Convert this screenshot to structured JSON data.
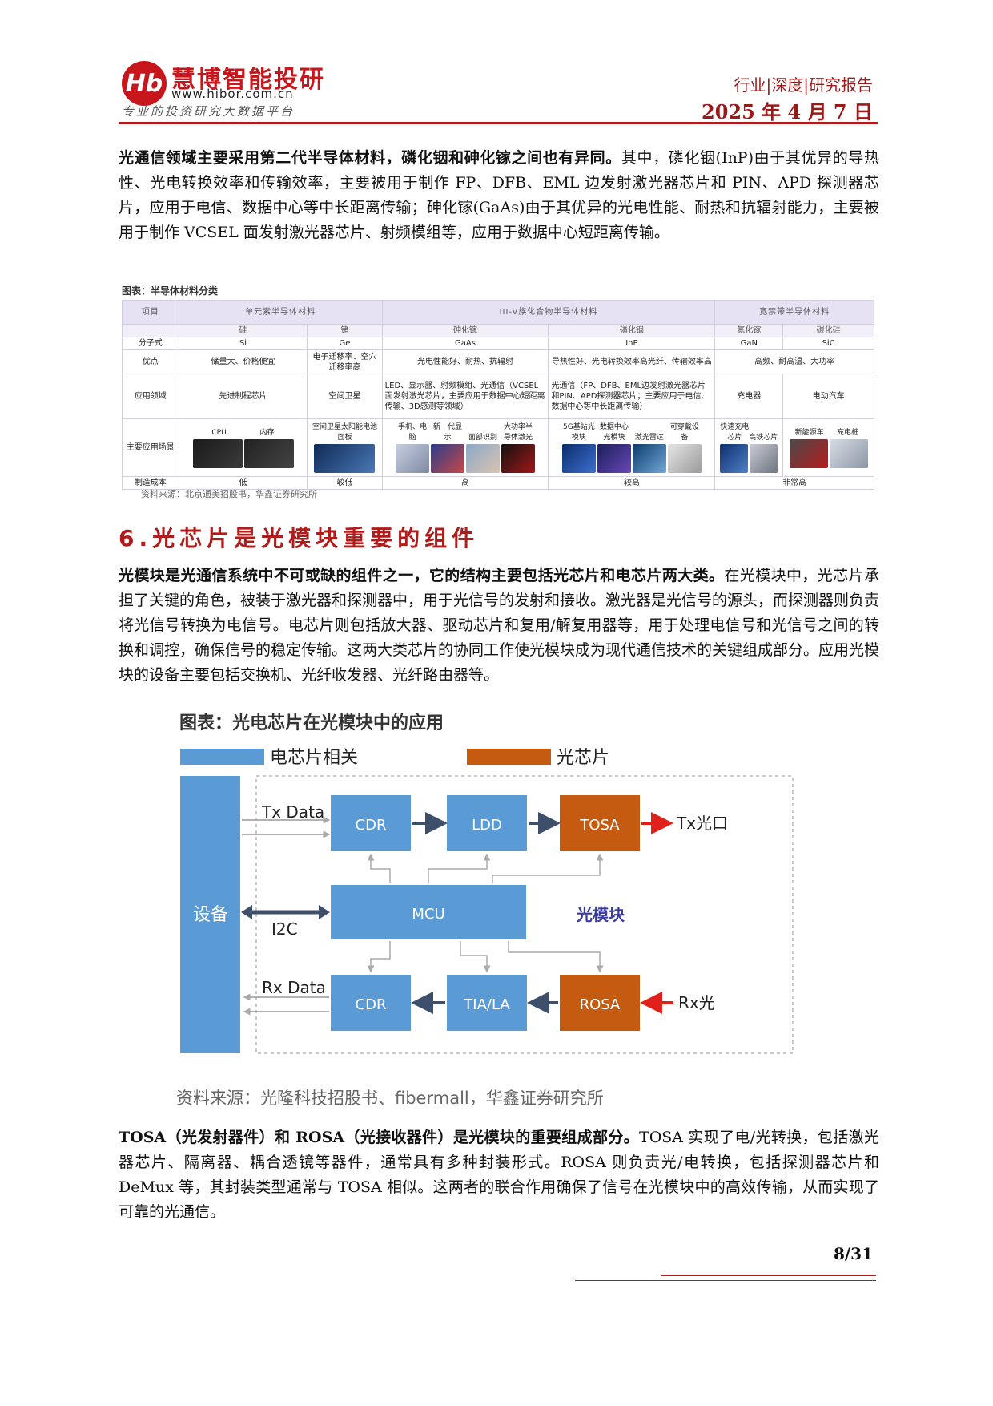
{
  "header": {
    "logo_mark": "Hb",
    "brand": "慧博智能投研",
    "url": "www.hibor.com.cn",
    "slogan": "专业的投资研究大数据平台",
    "report_type": "行业|深度|研究报告",
    "date": "2025 年 4 月 7 日"
  },
  "para1": {
    "bold": "光通信领域主要采用第二代半导体材料，磷化铟和砷化镓之间也有异同。",
    "rest": "其中，磷化铟(InP)由于其优异的导热性、光电转换效率和传输效率，主要被用于制作 FP、DFB、EML 边发射激光器芯片和 PIN、APD 探测器芯片，应用于电信、数据中心等中长距离传输；砷化镓(GaAs)由于其优异的光电性能、耐热和抗辐射能力，主要被用于制作 VCSEL 面发射激光器芯片、射频模组等，应用于数据中心短距离传输。"
  },
  "fig1": {
    "caption": "图表：半导体材料分类",
    "source": "资料来源：北京通美招股书，华鑫证券研究所",
    "header": {
      "item": "项目",
      "single": "单元素半导体材料",
      "iii_v": "III-V族化合物半导体材料",
      "wide": "宽禁带半导体材料"
    },
    "sub": [
      "硅",
      "锗",
      "砷化镓",
      "磷化铟",
      "氮化镓",
      "碳化硅"
    ],
    "rows": {
      "formula": {
        "label": "分子式",
        "cells": [
          "Si",
          "Ge",
          "GaAs",
          "InP",
          "GaN",
          "SiC"
        ]
      },
      "advantage": {
        "label": "优点",
        "cells": [
          "储量大、价格便宜",
          "电子迁移率、空穴迁移率高",
          "光电性能好、耐热、抗辐射",
          "导热性好、光电转换效率高光纤、传输效率高",
          "高频、耐高温、大功率"
        ]
      },
      "application": {
        "label": "应用领域",
        "cells": [
          "先进制程芯片",
          "空间卫星",
          "LED、显示器、射频模组、光通信（VCSEL面发射激光芯片，主要应用于数据中心短距离传输、3D感测等领域）",
          "光通信（FP、DFB、EML边发射激光器芯片和PIN、APD探测器芯片；主要应用于电信、数据中心等中长距离传输）",
          "充电器",
          "电动汽车"
        ]
      },
      "scenario": {
        "label": "主要应用场景",
        "pic_labels": [
          "CPU",
          "内存",
          "空间卫星太阳能电池面板",
          "手机、电脑",
          "新一代显示",
          "面部识别",
          "大功率半导体激光",
          "5G基站光模块",
          "数据中心光模块",
          "激光雷达",
          "可穿戴设备",
          "快速充电芯片",
          "高铁芯片",
          "新能源车",
          "充电桩"
        ]
      },
      "cost": {
        "label": "制造成本",
        "cells": [
          "低",
          "较低",
          "高",
          "较高",
          "非常高"
        ]
      }
    }
  },
  "section": {
    "heading": "6.光芯片是光模块重要的组件"
  },
  "para2": {
    "bold": "光模块是光通信系统中不可或缺的组件之一，它的结构主要包括光芯片和电芯片两大类。",
    "rest": "在光模块中，光芯片承担了关键的角色，被装于激光器和探测器中，用于光信号的发射和接收。激光器是光信号的源头，而探测器则负责将光信号转换为电信号。电芯片则包括放大器、驱动芯片和复用/解复用器等，用于处理电信号和光信号之间的转换和调控，确保信号的稳定传输。这两大类芯片的协同工作使光模块成为现代通信技术的关键组成部分。应用光模块的设备主要包括交换机、光纤收发器、光纤路由器等。"
  },
  "fig2": {
    "caption": "图表：光电芯片在光模块中的应用",
    "legend_elec": "电芯片相关",
    "legend_opt": "光芯片",
    "device": "设备",
    "tx_data": "Tx Data",
    "rx_data": "Rx Data",
    "i2c": "I2C",
    "cdr_top": "CDR",
    "ldd": "LDD",
    "tosa": "TOSA",
    "mcu": "MCU",
    "module": "光模块",
    "cdr_bottom": "CDR",
    "tia": "TIA/LA",
    "rosa": "ROSA",
    "tx_out": "Tx光口",
    "rx_in": "Rx光",
    "source": "资料来源：光隆科技招股书、fibermall，华鑫证券研究所",
    "colors": {
      "elec": "#5b9bd5",
      "opt": "#c55a11",
      "arrow_red": "#e0201b",
      "module_text": "#3b3b9e"
    }
  },
  "para3": {
    "bold": "TOSA（光发射器件）和 ROSA（光接收器件）是光模块的重要组成部分。",
    "rest": "TOSA 实现了电/光转换，包括激光器芯片、隔离器、耦合透镜等器件，通常具有多种封装形式。ROSA 则负责光/电转换，包括探测器芯片和 DeMux 等，其封装类型通常与 TOSA 相似。这两者的联合作用确保了信号在光模块中的高效传输，从而实现了可靠的光通信。"
  },
  "footer": {
    "page": "8/31"
  }
}
